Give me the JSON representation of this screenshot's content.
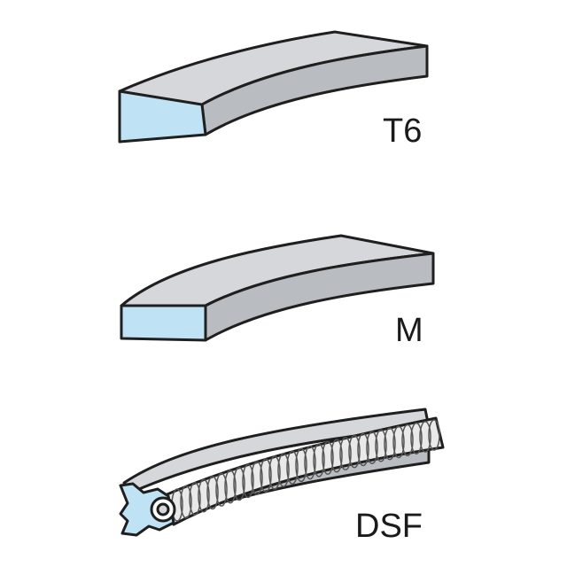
{
  "rings": [
    {
      "label": "T6"
    },
    {
      "label": "M"
    },
    {
      "label": "DSF"
    }
  ],
  "colors": {
    "top_face": "#d5d7da",
    "outer_face": "#b9bcc0",
    "cross_section": "#bfe3f5",
    "outline": "#1f1f1f",
    "spring": "#e9e9e9",
    "label": "#1a1a1a"
  }
}
